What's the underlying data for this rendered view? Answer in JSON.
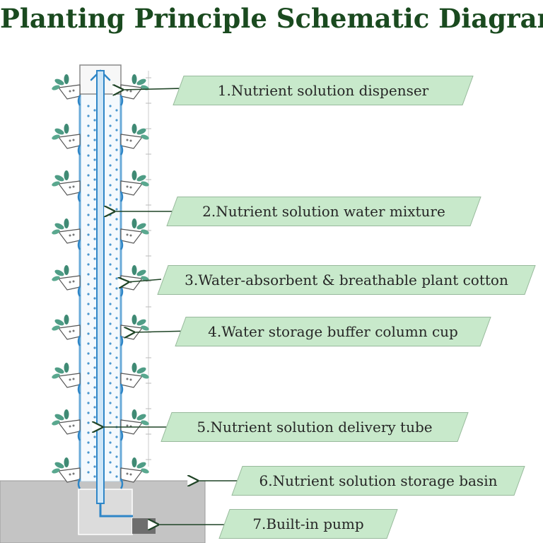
{
  "title": "Planting Principle Schematic Diagram",
  "labels": [
    {
      "text": "1.Nutrient solution dispenser"
    },
    {
      "text": "2.Nutrient solution water mixture"
    },
    {
      "text": "3.Water-absorbent & breathable plant cotton"
    },
    {
      "text": "4.Water storage buffer column cup"
    },
    {
      "text": "5.Nutrient solution delivery tube"
    },
    {
      "text": "6.Nutrient solution storage basin"
    },
    {
      "text": "7.Built-in pump"
    }
  ],
  "colors": {
    "title": "#1a4a1f",
    "label_fill": "#c8e9cb",
    "label_border": "#98b99c",
    "water_blue": "#2f86c7",
    "leaf_green": "#4f9d86",
    "basin_gray": "#c4c4c4",
    "pump_gray": "#6e6e6e"
  }
}
